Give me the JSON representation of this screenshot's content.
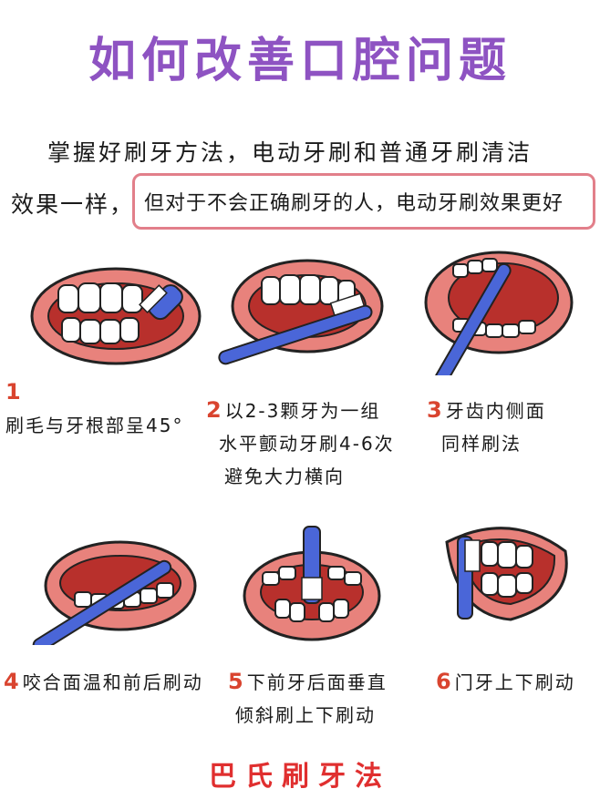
{
  "title": "如何改善口腔问题",
  "intro": {
    "line1": "掌握好刷牙方法，电动牙刷和普通牙刷清洁",
    "line2_prefix": "效果一样，",
    "line2_highlight": "但对于不会正确刷牙的人，电动牙刷效果更好"
  },
  "steps": [
    {
      "num": "1",
      "lines": [
        "刷毛与牙根部呈45°"
      ]
    },
    {
      "num": "2",
      "lines": [
        "以2-3颗牙为一组",
        "水平颤动牙刷4-6次",
        "避免大力横向"
      ]
    },
    {
      "num": "3",
      "lines": [
        "牙齿内侧面",
        "同样刷法"
      ]
    },
    {
      "num": "4",
      "lines": [
        "咬合面温和前后刷动"
      ]
    },
    {
      "num": "5",
      "lines": [
        "下前牙后面垂直",
        "倾斜刷上下刷动"
      ]
    },
    {
      "num": "6",
      "lines": [
        "门牙上下刷动"
      ]
    }
  ],
  "footer": "巴氏刷牙法",
  "colors": {
    "title": "#8e53c2",
    "highlight_border": "#e27f8a",
    "step_number": "#d9442f",
    "footer": "#e02f2f",
    "lips": "#e8827c",
    "mouth_inside": "#b8302c",
    "toothbrush": "#4a66d8"
  }
}
